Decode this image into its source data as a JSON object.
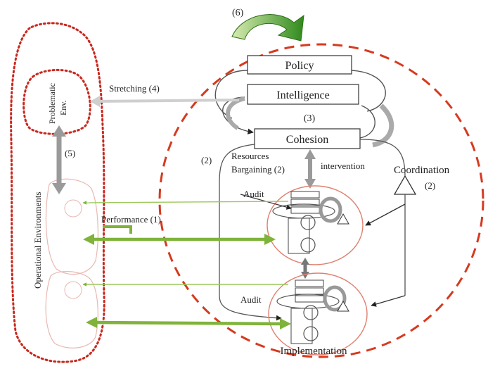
{
  "diagram": {
    "boxes": {
      "policy": "Policy",
      "intelligence": "Intelligence",
      "cohesion": "Cohesion"
    },
    "labels": {
      "six": "(6)",
      "three": "(3)",
      "stretching": "Stretching (4)",
      "problematic_line1": "Problematic",
      "problematic_line2": "Env.",
      "five": "(5)",
      "operational": "Operational Environments",
      "two_left": "(2)",
      "resources": "Resources",
      "bargaining": "Bargaining (2)",
      "intervention": "intervention",
      "coordination": "Coordination",
      "coordination_num": "(2)",
      "audit_top": "Audit",
      "performance": "Performance (1)",
      "audit_bottom": "Audit",
      "implementation": "Implementation"
    },
    "colors": {
      "red_dashed": "#d63a1f",
      "dotted_red": "#c8281e",
      "green": "#7fb33a",
      "gray_arrow": "#9a9a9a",
      "light_gray_arrow": "#cfcfcf"
    }
  }
}
